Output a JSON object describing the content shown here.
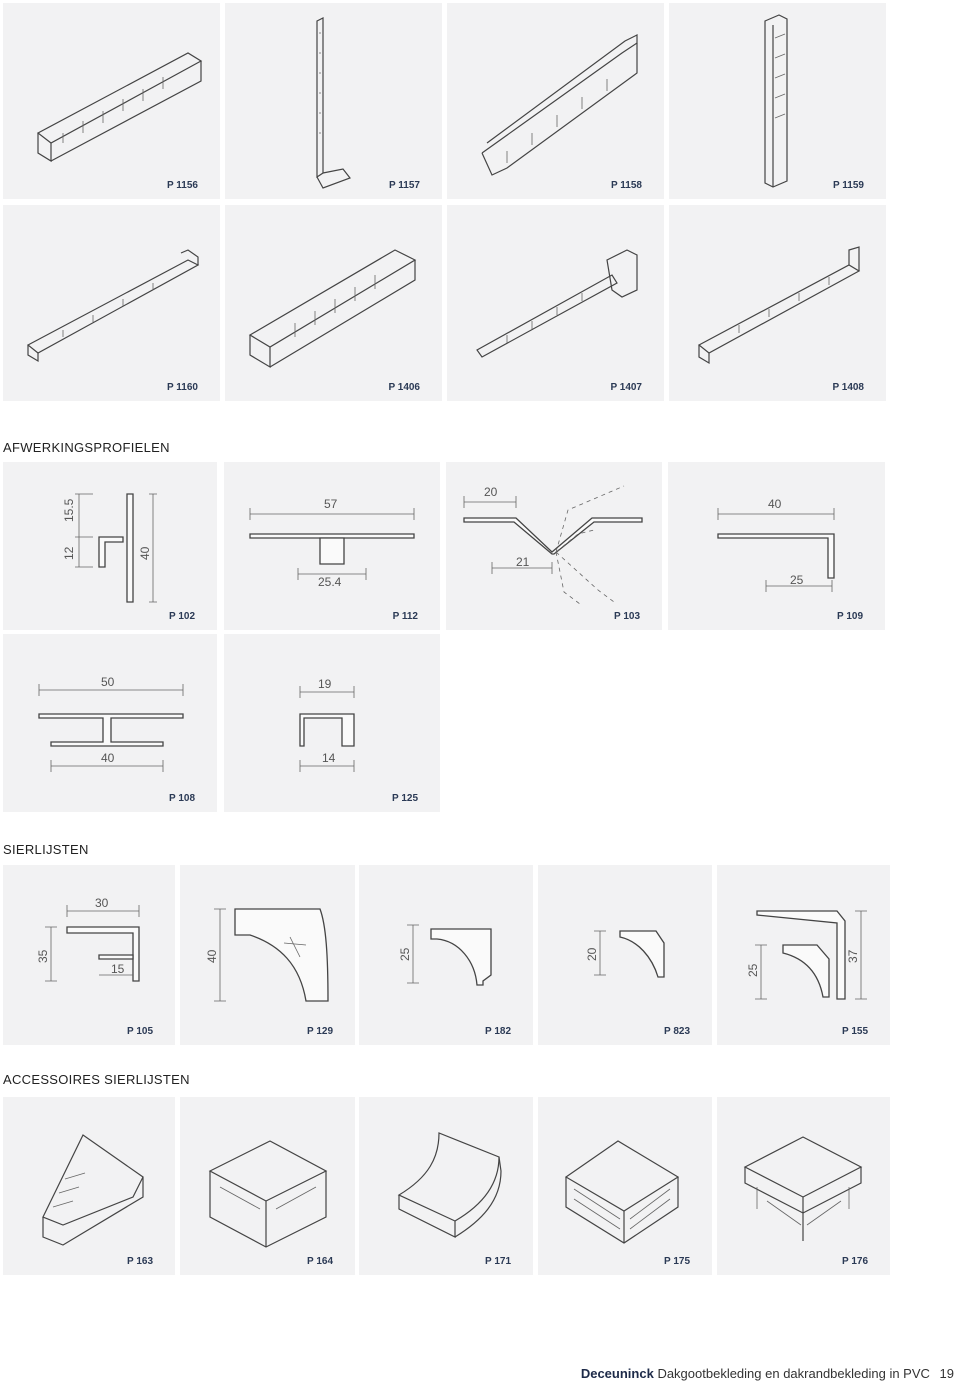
{
  "rows": {
    "row1": [
      "P 1156",
      "P 1157",
      "P 1158",
      "P 1159"
    ],
    "row2": [
      "P 1160",
      "P 1406",
      "P 1407",
      "P 1408"
    ]
  },
  "sections": {
    "afwerking": "AFWERKINGSPROFIELEN",
    "sierlijsten": "SIERLIJSTEN",
    "accessoires": "ACCESSOIRES SIERLIJSTEN"
  },
  "afwerking": {
    "codes": [
      "P 102",
      "P 112",
      "P 103",
      "P 109",
      "P 108",
      "P 125"
    ],
    "p102": {
      "d1": "15.5",
      "d2": "12",
      "d3": "40"
    },
    "p112": {
      "d1": "57",
      "d2": "25.4"
    },
    "p103": {
      "d1": "20",
      "d2": "21"
    },
    "p109": {
      "d1": "40",
      "d2": "25"
    },
    "p108": {
      "d1": "50",
      "d2": "40"
    },
    "p125": {
      "d1": "19",
      "d2": "14"
    }
  },
  "sierlijsten": {
    "codes": [
      "P 105",
      "P 129",
      "P 182",
      "P 823",
      "P 155"
    ],
    "p105": {
      "d1": "30",
      "d2": "35",
      "d3": "15"
    },
    "p129": {
      "d1": "40"
    },
    "p182": {
      "d1": "25"
    },
    "p823": {
      "d1": "20"
    },
    "p155": {
      "d1": "25",
      "d2": "37"
    }
  },
  "accessoires": {
    "codes": [
      "P 163",
      "P 164",
      "P 171",
      "P 175",
      "P 176"
    ]
  },
  "footer": {
    "brand": "Deceuninck",
    "text": "Dakgootbekleding en dakrandbekleding in PVC",
    "page": "19"
  }
}
